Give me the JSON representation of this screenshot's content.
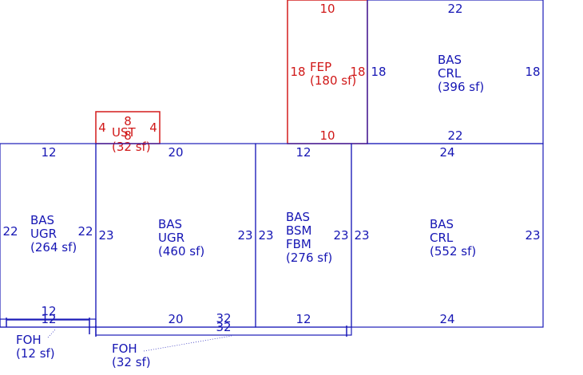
{
  "colors": {
    "main": "#1a1ab8",
    "addition": "#d41c1c",
    "background": "#ffffff"
  },
  "areas": {
    "fep": {
      "lines": [
        "FEP",
        "(180 sf)"
      ],
      "dims": {
        "top": "10",
        "bottom": "10",
        "left": "18",
        "right": "18"
      }
    },
    "bas_crl_top": {
      "lines": [
        "BAS",
        "CRL",
        "(396 sf)"
      ],
      "dims": {
        "top": "22",
        "bottom": "22",
        "left": "18",
        "right": "18"
      }
    },
    "ust": {
      "lines": [
        "UST",
        "(32 sf)"
      ],
      "dims": {
        "top": "8",
        "bottom": "8",
        "left": "4",
        "right": "4"
      }
    },
    "bas_ugr_left": {
      "lines": [
        "BAS",
        "UGR",
        "(264 sf)"
      ],
      "dims": {
        "top": "12",
        "bottom": "12",
        "left": "22",
        "right": "22"
      }
    },
    "bas_ugr_mid": {
      "lines": [
        "BAS",
        "UGR",
        "(460 sf)"
      ],
      "dims": {
        "top": "20",
        "bottom": "20",
        "left": "23",
        "right": "23"
      }
    },
    "bas_bsm_fbm": {
      "lines": [
        "BAS",
        "BSM",
        "FBM",
        "(276 sf)"
      ],
      "dims": {
        "top": "12",
        "bottom": "12",
        "left": "23",
        "right": "23"
      }
    },
    "bas_crl_bottom": {
      "lines": [
        "BAS",
        "CRL",
        "(552 sf)"
      ],
      "dims": {
        "top": "24",
        "bottom": "24",
        "left": "23",
        "right": "23"
      }
    },
    "foh_left": {
      "lines": [
        "FOH",
        "(12 sf)"
      ],
      "dims": {
        "length": "12"
      }
    },
    "foh_mid": {
      "lines": [
        "FOH",
        "(32 sf)"
      ],
      "dims": {
        "length": "32",
        "length_upper": "32"
      }
    }
  }
}
